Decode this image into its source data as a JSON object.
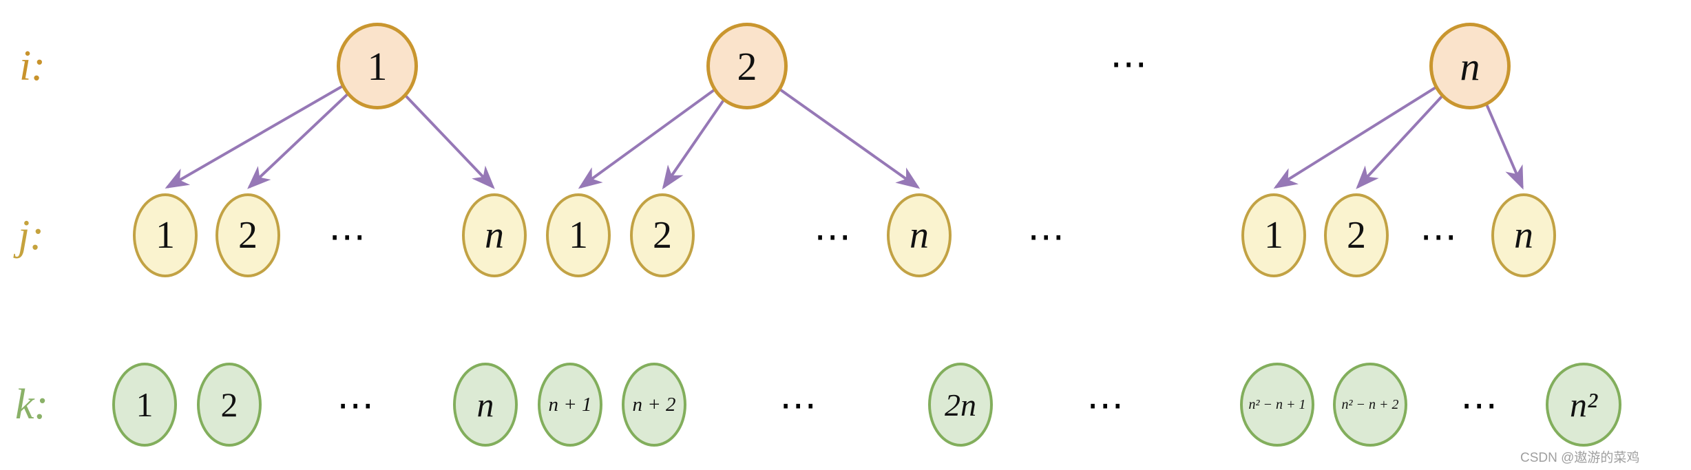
{
  "diagram": {
    "row_i": {
      "label": "i:",
      "node1": "1",
      "node2": "2",
      "dots": "⋯",
      "node_n": "n"
    },
    "row_j": {
      "label": "j:",
      "group1": {
        "n1": "1",
        "n2": "2",
        "dots": "⋯",
        "nn": "n"
      },
      "group2": {
        "n1": "1",
        "n2": "2",
        "dots": "⋯",
        "nn": "n"
      },
      "separator_dots": "⋯",
      "group3": {
        "n1": "1",
        "n2": "2",
        "dots": "⋯",
        "nn": "n"
      }
    },
    "row_k": {
      "label": "k:",
      "n1": "1",
      "n2": "2",
      "dots1": "⋯",
      "n_n": "n",
      "n_plus_1": "n + 1",
      "n_plus_2": "n + 2",
      "dots2": "⋯",
      "two_n": "2n",
      "dots3": "⋯",
      "nsq_minus_n_plus_1": "n² − n + 1",
      "nsq_minus_n_plus_2": "n² − n + 2",
      "dots4": "⋯",
      "n_squared": "n²"
    }
  },
  "colors": {
    "i_node_fill": "#fae3cb",
    "i_node_border": "#c9962f",
    "j_node_fill": "#faf3cf",
    "j_node_border": "#c2a244",
    "k_node_fill": "#dcead4",
    "k_node_border": "#82ae5c",
    "arrow": "#9678b6",
    "label_i": "#c8932c",
    "label_j": "#c5a23d",
    "label_k": "#8ab168",
    "node_text": "#111111",
    "watermark": "#9f9f9f"
  },
  "watermark": {
    "text": "CSDN @遨游的菜鸡"
  }
}
